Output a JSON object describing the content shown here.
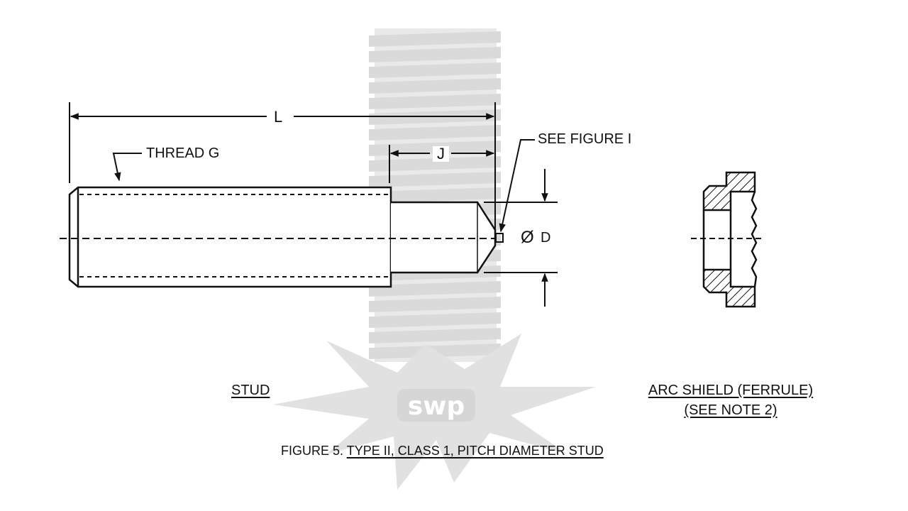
{
  "labels": {
    "length": "L",
    "thread": "THREAD G",
    "shoulder": "J",
    "see_figure": "SEE FIGURE I",
    "diameter_symbol": "Ø",
    "diameter": "D",
    "stud": "STUD",
    "arc_shield_line1": "ARC SHIELD (FERRULE)",
    "arc_shield_line2": "(SEE NOTE 2)",
    "caption_prefix": "FIGURE 5. ",
    "caption_title": "TYPE II, CLASS 1, PITCH DIAMETER STUD"
  },
  "watermark": {
    "text": "swp",
    "color": "#bdbdbd"
  },
  "colors": {
    "ink": "#111111",
    "background": "#ffffff"
  }
}
